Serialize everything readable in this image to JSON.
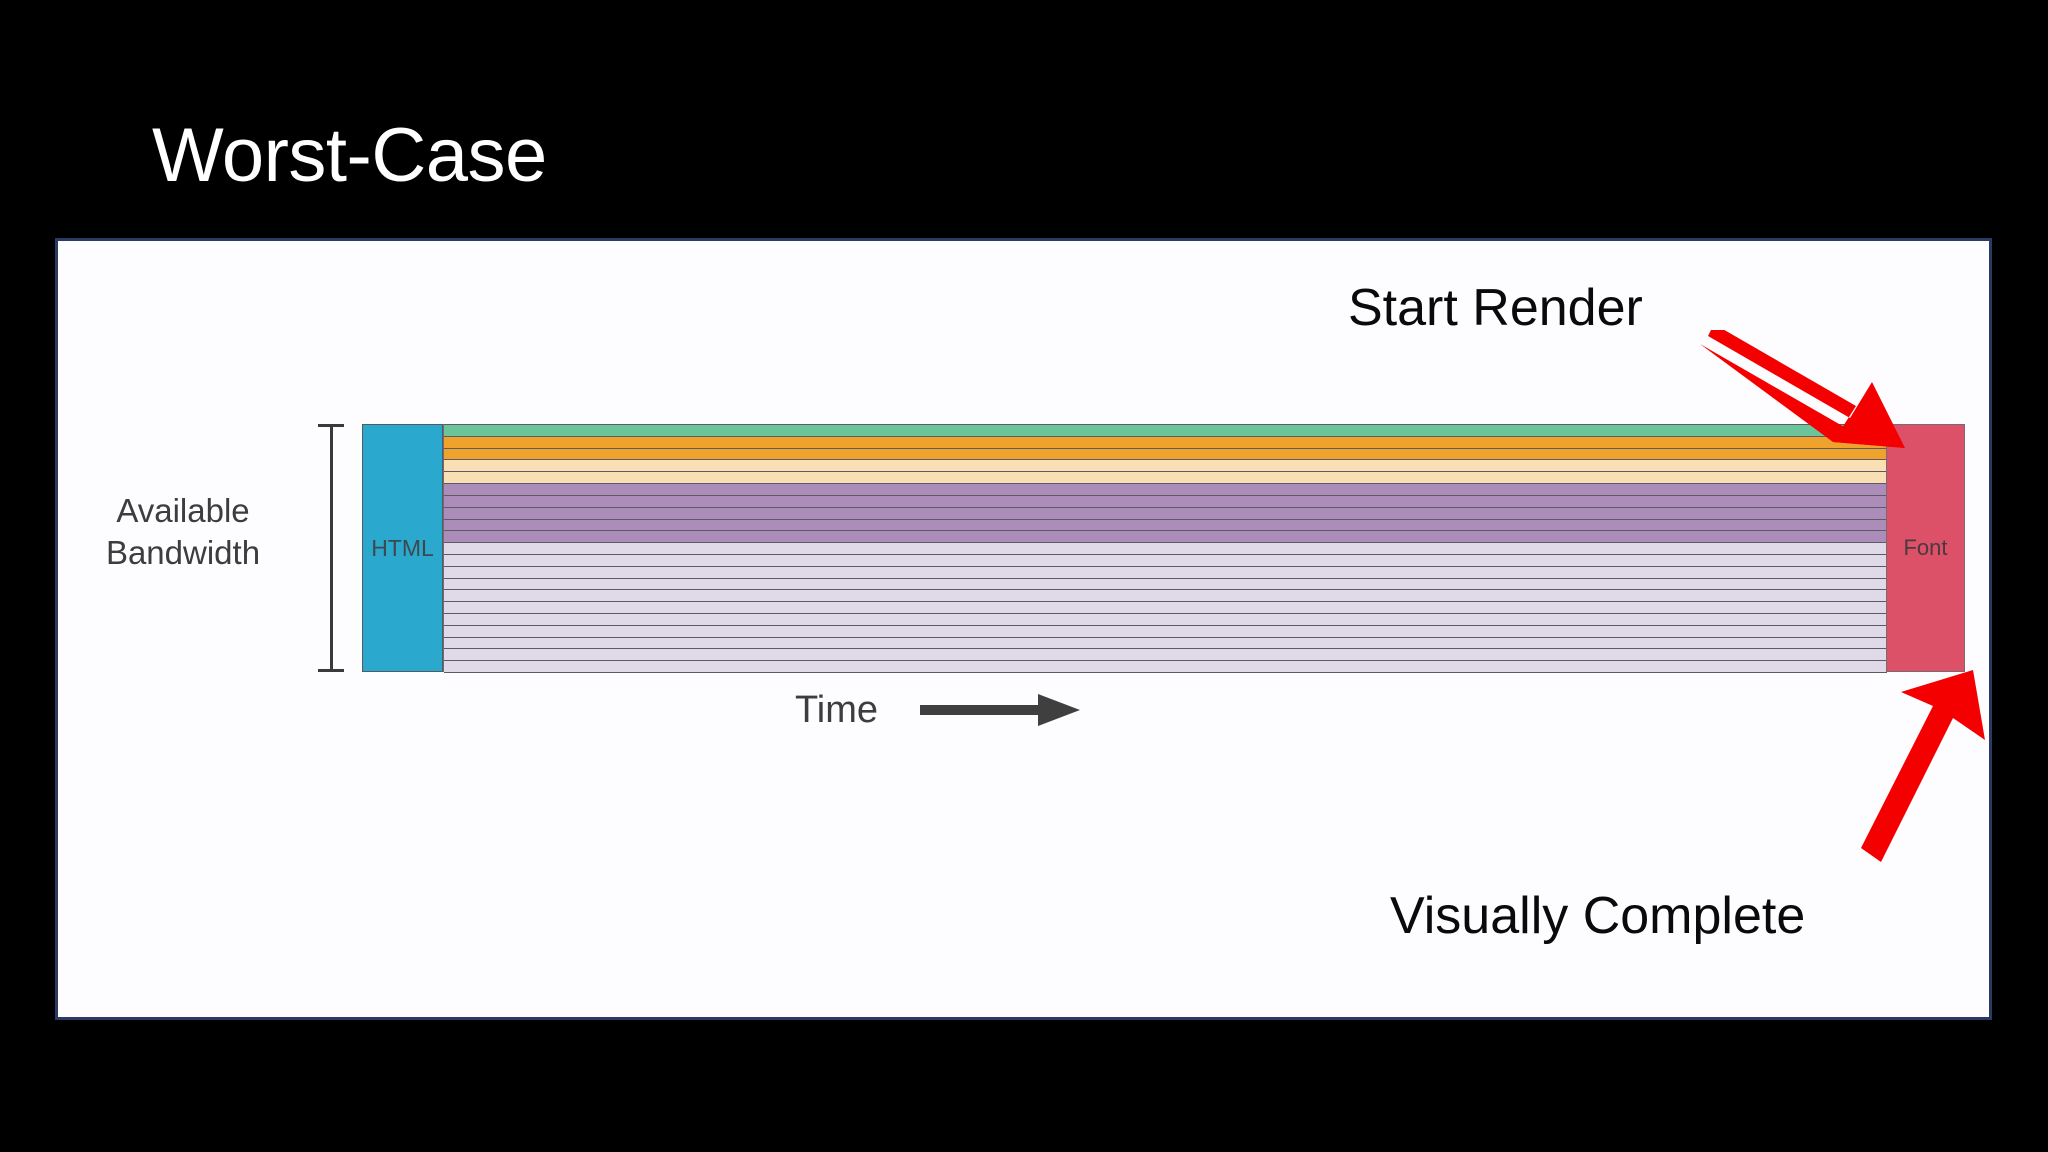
{
  "slide": {
    "title": "Worst-Case",
    "background_color": "#000000",
    "panel_background": "#fdfdff",
    "panel_border_color": "#2a3a63",
    "title_color": "#ffffff"
  },
  "axis": {
    "vertical_label_lines": [
      "Available",
      "Bandwidth"
    ],
    "vertical_label_color": "#3d3d3d",
    "bracket_color": "#3a3a3a",
    "time_label": "Time",
    "time_arrow_icon": "arrow-right-icon",
    "time_arrow_color": "#3f3f3f"
  },
  "annotations": [
    {
      "label": "Start Render",
      "icon": "red-arrow-icon",
      "color": "#0a0a0a",
      "arrow_color": "#f40000",
      "points_to": "end-of-stacked-resources"
    },
    {
      "label": "Visually Complete",
      "icon": "red-arrow-icon",
      "color": "#0a0a0a",
      "arrow_color": "#f40000",
      "points_to": "end-of-font-block"
    }
  ],
  "chart_data": {
    "type": "bar",
    "title": "Worst-Case",
    "xlabel": "Time",
    "ylabel": "Available Bandwidth",
    "orientation": "horizontal-stacked-waterfall",
    "grid": false,
    "legend": false,
    "blocks": [
      {
        "name": "HTML",
        "label": "HTML",
        "color": "#2ba8ce",
        "start_pct": 0,
        "width_pct": 5.05,
        "full_height": true,
        "label_color": "#3c4a4f"
      },
      {
        "name": "Font",
        "label": "Font",
        "color": "#dc5068",
        "start_pct": 95.07,
        "width_pct": 4.93,
        "full_height": true,
        "label_color": "#4a3a40"
      }
    ],
    "resource_rows": [
      {
        "name": "css-critical",
        "color": "#6cc49a"
      },
      {
        "name": "js-blocking-1",
        "color": "#f0a32c"
      },
      {
        "name": "js-blocking-2",
        "color": "#f0a32c"
      },
      {
        "name": "image-1",
        "color": "#fadfb4"
      },
      {
        "name": "image-2",
        "color": "#fadfb4"
      },
      {
        "name": "xhr-1",
        "color": "#ac8cb8"
      },
      {
        "name": "xhr-2",
        "color": "#ac8cb8"
      },
      {
        "name": "xhr-3",
        "color": "#ac8cb8"
      },
      {
        "name": "xhr-4",
        "color": "#ac8cb8"
      },
      {
        "name": "xhr-5",
        "color": "#ac8cb8"
      },
      {
        "name": "other-1",
        "color": "#e0dae8"
      },
      {
        "name": "other-2",
        "color": "#e0dae8"
      },
      {
        "name": "other-3",
        "color": "#e0dae8"
      },
      {
        "name": "other-4",
        "color": "#e0dae8"
      },
      {
        "name": "other-5",
        "color": "#e0dae8"
      },
      {
        "name": "other-6",
        "color": "#e0dae8"
      },
      {
        "name": "other-7",
        "color": "#e0dae8"
      },
      {
        "name": "other-8",
        "color": "#e0dae8"
      },
      {
        "name": "other-9",
        "color": "#e0dae8"
      },
      {
        "name": "other-10",
        "color": "#e0dae8"
      },
      {
        "name": "other-11",
        "color": "#e0dae8"
      }
    ],
    "row_start_pct": 5.05,
    "row_end_pct": 95.07
  }
}
